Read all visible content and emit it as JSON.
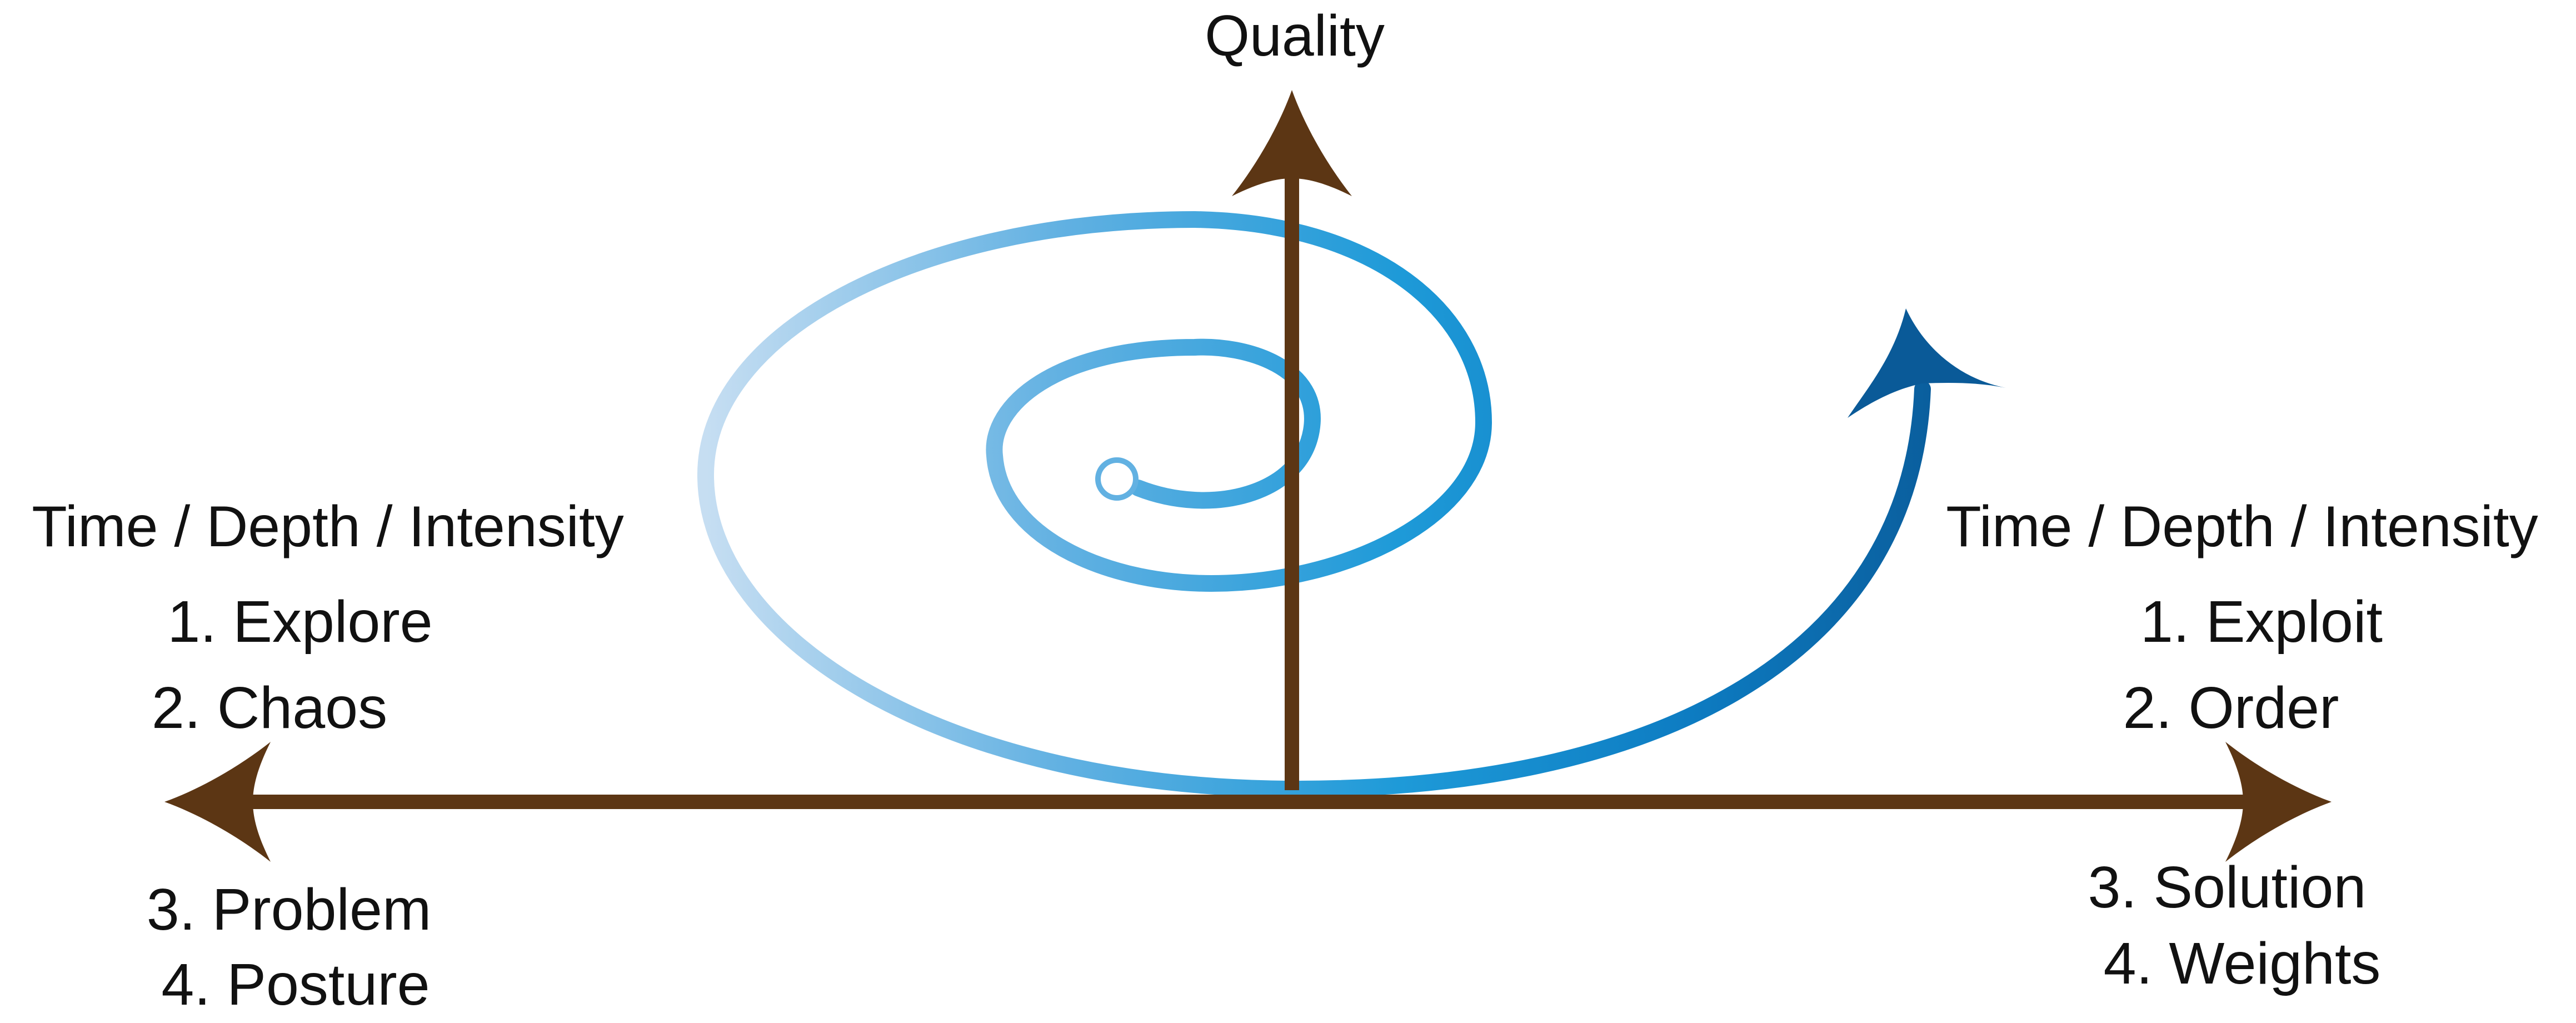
{
  "diagram": {
    "vertical_axis": {
      "label": "Quality"
    },
    "left": {
      "heading": "Time / Depth / Intensity",
      "items_above": [
        "1.  Explore",
        "2. Chaos"
      ],
      "items_below": [
        "3. Problem",
        "4. Posture"
      ]
    },
    "right": {
      "heading": "Time / Depth / Intensity",
      "items_above": [
        "1.  Exploit",
        "2. Order"
      ],
      "items_below": [
        "3. Solution",
        "4. Weights"
      ]
    },
    "colors": {
      "axis": "#5c3614",
      "spiral_light": "#c6def2",
      "spiral_mid": "#62b1e2",
      "spiral_bright": "#1e9ad8",
      "spiral_dark": "#0a5a98"
    }
  }
}
